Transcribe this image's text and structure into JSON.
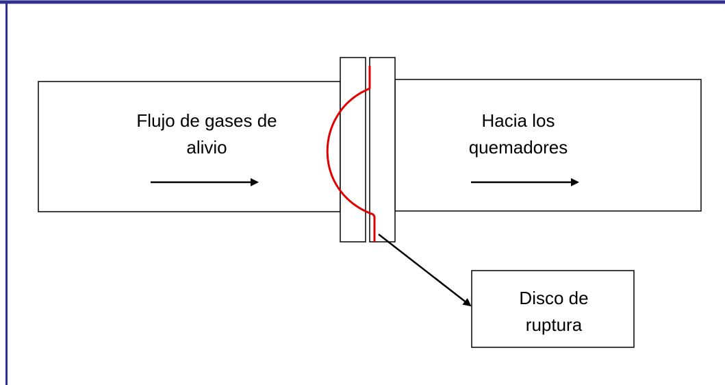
{
  "diagram": {
    "inlet_label": {
      "line1": "Flujo de gases de",
      "line2": "alivio"
    },
    "outlet_label": {
      "line1": "Hacia los",
      "line2": "quemadores"
    },
    "callout_label": {
      "line1": "Disco de",
      "line2": "ruptura"
    }
  },
  "colors": {
    "frame": "#2E3192",
    "outline": "#000000",
    "rupture_disc": "#E00000",
    "background": "#ffffff"
  },
  "icons": {
    "flow_arrow_inlet": "right-arrow-icon",
    "flow_arrow_outlet": "right-arrow-icon",
    "callout_pointer": "pointer-arrow-icon"
  }
}
